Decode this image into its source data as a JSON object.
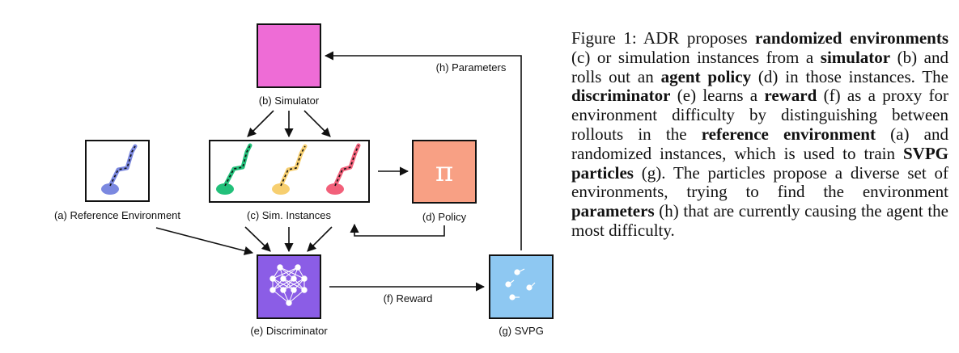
{
  "diagram": {
    "nodes": {
      "simulator": {
        "label": "(b) Simulator",
        "color": "#ee6cd6"
      },
      "reference": {
        "label": "(a) Reference Environment"
      },
      "instances": {
        "label": "(c) Sim. Instances"
      },
      "policy": {
        "label": "(d) Policy",
        "symbol": "π",
        "color": "#f8a084"
      },
      "discriminator": {
        "label": "(e) Discriminator",
        "color": "#8b5de6"
      },
      "svpg": {
        "label": "(g) SVPG",
        "color": "#8ec8f2"
      }
    },
    "edges": {
      "reward": "(f) Reward",
      "parameters": "(h) Parameters"
    },
    "arm_colors": {
      "reference": "#7b88e0",
      "green": "#22c07a",
      "yellow": "#f7cf70",
      "red": "#f2607a"
    }
  },
  "caption": {
    "parts": [
      {
        "t": "Figure 1: ADR proposes "
      },
      {
        "t": "randomized envi­ronments",
        "b": true
      },
      {
        "t": " (c) or simulation instances from a "
      },
      {
        "t": "simulator",
        "b": true
      },
      {
        "t": " (b) and rolls out an "
      },
      {
        "t": "agent pol­icy",
        "b": true
      },
      {
        "t": " (d) in those instances. The "
      },
      {
        "t": "discrimina­tor",
        "b": true
      },
      {
        "t": " (e) learns a "
      },
      {
        "t": "reward",
        "b": true
      },
      {
        "t": " (f) as a proxy for environment difficulty by distinguishing be­tween rollouts in the "
      },
      {
        "t": "reference environment",
        "b": true
      },
      {
        "t": " (a) and randomized instances, which is used to train "
      },
      {
        "t": "SVPG particles",
        "b": true
      },
      {
        "t": " (g). The particles propose a diverse set of environments, try­ing to find the environment "
      },
      {
        "t": "parameters",
        "b": true
      },
      {
        "t": " (h) that are currently causing the agent the most difficulty."
      }
    ]
  }
}
